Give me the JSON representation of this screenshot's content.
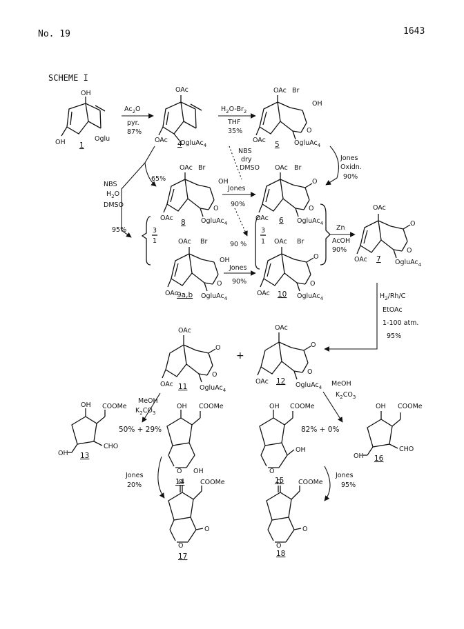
{
  "header": {
    "left": "No. 19",
    "right": "1643"
  },
  "scheme_title": "SCHEME I",
  "compounds": {
    "c1": {
      "num": "1",
      "top": "OH",
      "left": "OH",
      "right": "Oglu"
    },
    "c4": {
      "num": "4",
      "top": "OAc",
      "left": "OAc",
      "right": "OgluAc",
      "right_sub": "4"
    },
    "c5": {
      "num": "5",
      "top": "OAc",
      "br": "Br",
      "oh": "OH",
      "ring_o": "O",
      "left": "OAc",
      "right": "OgluAc",
      "right_sub": "4"
    },
    "c6": {
      "num": "6",
      "top": "OAc",
      "br": "Br",
      "carbonyl": "O",
      "ring_o": "O",
      "left": "OAc",
      "right": "OgluAc",
      "right_sub": "4"
    },
    "c7": {
      "num": "7",
      "top": "OAc",
      "carbonyl": "O",
      "ring_o": "O",
      "left": "OAc",
      "right": "OgluAc",
      "right_sub": "4"
    },
    "c8": {
      "num": "8",
      "top": "OAc",
      "br": "Br",
      "oh": "OH",
      "ring_o": "O",
      "left": "OAc",
      "right": "OgluAc",
      "right_sub": "4"
    },
    "c9": {
      "num": "9a,b",
      "top": "OAc",
      "br": "Br",
      "oh": "OH",
      "ring_o": "O",
      "left": "OAc",
      "right": "OgluAc",
      "right_sub": "4"
    },
    "c10": {
      "num": "10",
      "top": "OAc",
      "br": "Br",
      "carbonyl": "O",
      "ring_o": "O",
      "left": "OAc",
      "right": "OgluAc",
      "right_sub": "4"
    },
    "c11": {
      "num": "11",
      "top": "OAc",
      "carbonyl": "O",
      "ring_o": "O",
      "left": "OAc",
      "right": "OgluAc",
      "right_sub": "4"
    },
    "c12": {
      "num": "12",
      "top": "OAc",
      "carbonyl": "O",
      "ring_o": "O",
      "left": "OAc",
      "right": "OgluAc",
      "right_sub": "4"
    },
    "c13": {
      "num": "13",
      "top": "OH",
      "ester": "COOMe",
      "left": "OH",
      "cho": "CHO"
    },
    "c14": {
      "num": "14",
      "top": "OH",
      "ester": "COOMe",
      "ring_o": "O",
      "oh": "OH"
    },
    "c15": {
      "num": "15",
      "top": "OH",
      "ester": "COOMe",
      "ring_o": "O",
      "oh": "OH"
    },
    "c16": {
      "num": "16",
      "top": "OH",
      "ester": "COOMe",
      "left": "OH",
      "cho": "CHO"
    },
    "c17": {
      "num": "17",
      "top": "O",
      "ester": "COOMe",
      "ring_o": "O",
      "carbonyl": "O"
    },
    "c18": {
      "num": "18",
      "top": "O",
      "ester": "COOMe",
      "ring_o": "O",
      "carbonyl": "O"
    }
  },
  "conditions": {
    "r1_4": {
      "line1": "Ac",
      "line1_sub": "2",
      "line1_tail": "O",
      "line2": "pyr.",
      "line3": "87%"
    },
    "r4_5": {
      "line1": "H",
      "line1_sub": "2",
      "line1_tail": "O-Br",
      "line1_sub2": "2",
      "line2": "THF",
      "line3": "35%"
    },
    "r4_6": {
      "line1": "NBS",
      "line2": "dry",
      "line3": "DMSO"
    },
    "r5_6": {
      "line1": "Jones",
      "line2": "Oxidn.",
      "line3": "90%"
    },
    "r4_8": {
      "yield": "65%"
    },
    "r4_9": {
      "line1": "NBS",
      "line2": "H",
      "line2_sub": "2",
      "line2_tail": "O",
      "line3": "DMSO",
      "yield": "95%",
      "ratio_top": "3",
      "ratio_bottom": "1"
    },
    "r8_6": {
      "line1": "Jones",
      "line2": "90%"
    },
    "r_mid": {
      "yield": "90 %",
      "ratio_top": "3",
      "ratio_bottom": "1"
    },
    "r9_10": {
      "line1": "Jones",
      "line2": "90%"
    },
    "r6_7": {
      "line1": "Zn",
      "line2": "AcOH",
      "line3": "90%"
    },
    "r7_12": {
      "line1": "H",
      "line1_sub": "2",
      "line1_tail": "/Rh/C",
      "line2": "EtOAc",
      "line3": "1-100 atm.",
      "line4": "95%"
    },
    "plus1": "+",
    "r11": {
      "line1": "MeOH",
      "line2": "K",
      "line2_sub": "2",
      "line2_tail": "CO",
      "line2_sub2": "3",
      "split": "50% + 29%"
    },
    "r12": {
      "line1": "MeOH",
      "line2": "K",
      "line2_sub": "2",
      "line2_tail": "CO",
      "line2_sub2": "3",
      "split": "82%  +  0%"
    },
    "r14_17": {
      "line1": "Jones",
      "line2": "20%"
    },
    "r15_18": {
      "line1": "Jones",
      "line2": "95%"
    }
  }
}
